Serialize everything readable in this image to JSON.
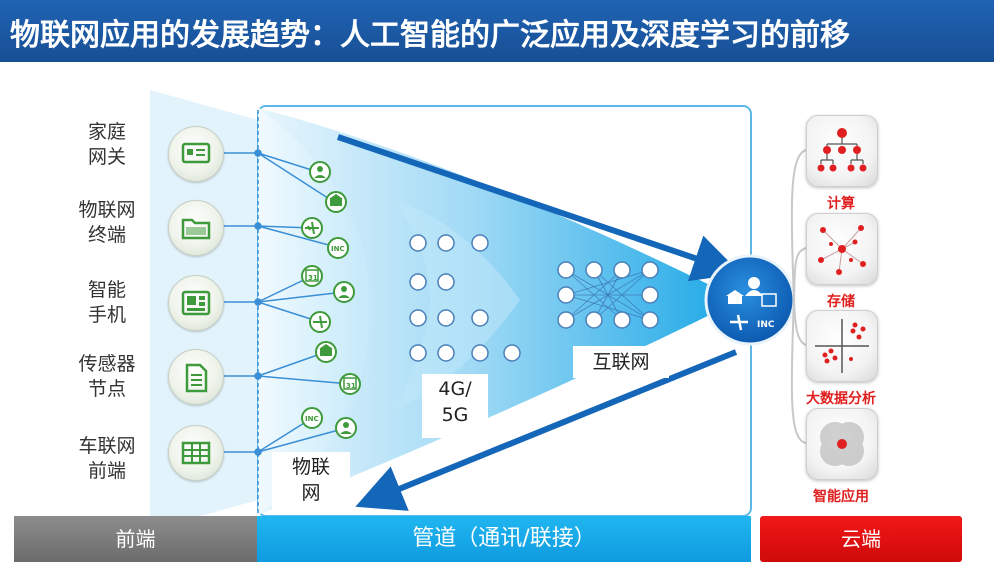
{
  "title": "物联网应用的发展趋势：人工智能的广泛应用及深度学习的前移",
  "devices": [
    {
      "label_line1": "家庭",
      "label_line2": "网关",
      "icon": "gateway-icon"
    },
    {
      "label_line1": "物联网",
      "label_line2": "终端",
      "icon": "folder-icon"
    },
    {
      "label_line1": "智能",
      "label_line2": "手机",
      "icon": "phone-icon"
    },
    {
      "label_line1": "传感器",
      "label_line2": "节点",
      "icon": "document-icon"
    },
    {
      "label_line1": "车联网",
      "label_line2": "前端",
      "icon": "table-icon"
    }
  ],
  "pipe_labels": {
    "iot_line1": "物联",
    "iot_line2": "网",
    "mobile_line1": "4G/",
    "mobile_line2": "5G",
    "internet": "互联网"
  },
  "cloud_services": [
    {
      "label": "计算",
      "icon": "org-chart-icon"
    },
    {
      "label": "存储",
      "icon": "scatter-network-icon"
    },
    {
      "label": "大数据分析",
      "icon": "quadrant-plot-icon"
    },
    {
      "label": "智能应用",
      "icon": "venn-icon"
    }
  ],
  "bottom_bar": {
    "front": "前端",
    "pipe": "管道（通讯/联接）",
    "cloud": "云端"
  },
  "colors": {
    "title_bg": "#1f63b3",
    "pipe_blue": "#16a6e8",
    "arrow_blue": "#1466b8",
    "cloud_red": "#e01010",
    "front_gray": "#7c7c7c",
    "device_green": "#3e9a3a"
  }
}
